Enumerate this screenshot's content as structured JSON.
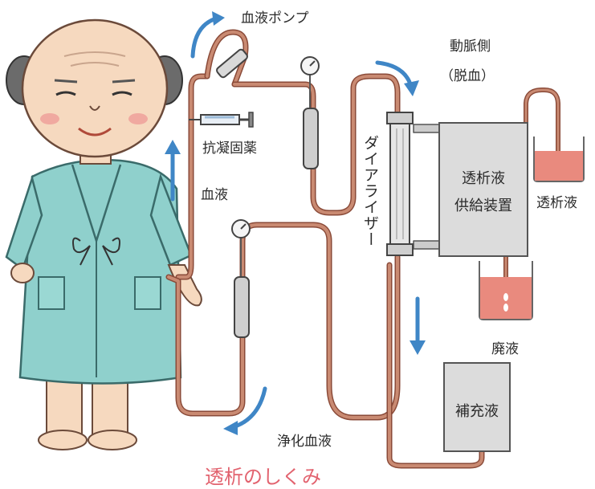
{
  "labels": {
    "blood_pump": "血液ポンプ",
    "arterial_side": "動脈側",
    "blood_removal": "（脱血）",
    "anticoagulant": "抗凝固薬",
    "blood": "血液",
    "dialyzer": "ダイアライザー",
    "dialysate_supply_line1": "透析液",
    "dialysate_supply_line2": "供給装置",
    "dialysate": "透析液",
    "waste_fluid": "廃液",
    "replacement_fluid": "補充液",
    "purified_blood": "浄化血液",
    "bottom_cut_text": "透析のしくみ"
  },
  "colors": {
    "tube": "#c98a72",
    "tube_dark": "#8a4a38",
    "arrow": "#3f86c6",
    "box_fill": "#dcdcdc",
    "box_stroke": "#555555",
    "gown": "#8fd0cc",
    "skin": "#f6d9bf",
    "fluid_red": "#e98a7e",
    "cut_text": "#e2636f"
  }
}
